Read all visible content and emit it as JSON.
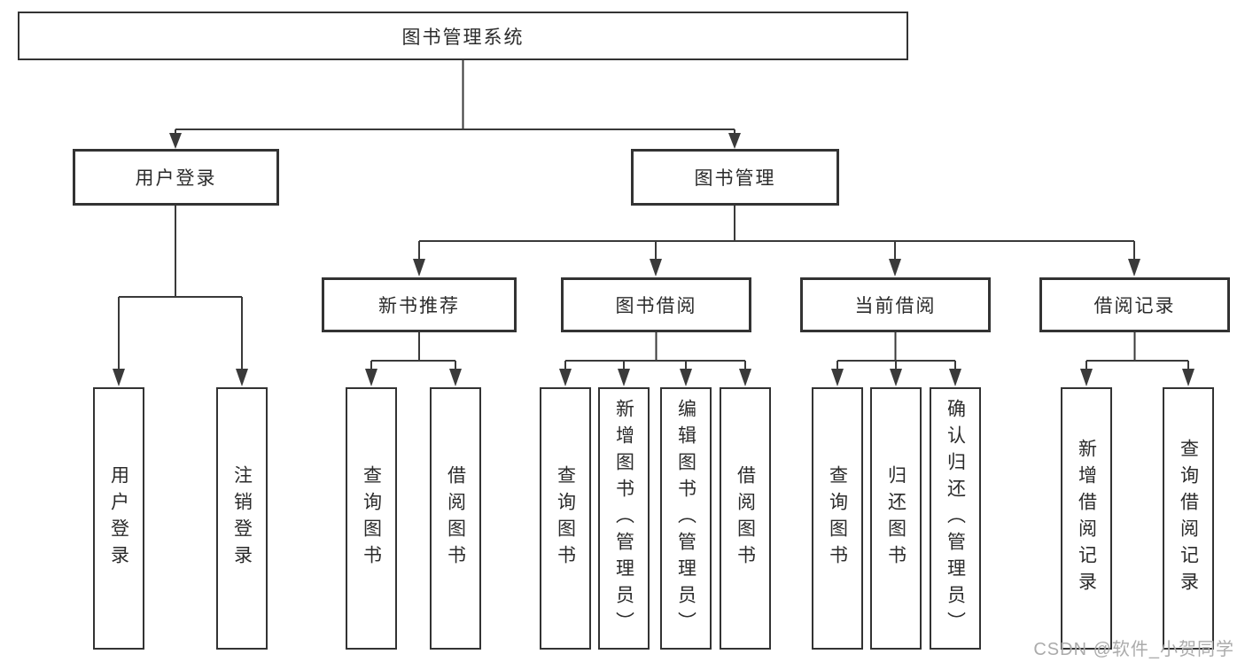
{
  "diagram": {
    "colors": {
      "line": "#3a3a3a",
      "box_border": "#333333",
      "text": "#2b2b2b",
      "watermark": "#ababab",
      "background": "#ffffff"
    },
    "tree": {
      "root": {
        "label": "图书管理系统",
        "children": {
          "user_login": {
            "label": "用户登录",
            "children": {
              "login": {
                "label": "用户登录"
              },
              "logout": {
                "label": "注销登录"
              }
            }
          },
          "book_mgmt": {
            "label": "图书管理",
            "children": {
              "new_books": {
                "label": "新书推荐",
                "children": {
                  "query": {
                    "label": "查询图书"
                  },
                  "borrow": {
                    "label": "借阅图书"
                  }
                }
              },
              "borrowing": {
                "label": "图书借阅",
                "children": {
                  "query": {
                    "label": "查询图书"
                  },
                  "add": {
                    "label": "新增图书（管理员）"
                  },
                  "edit": {
                    "label": "编辑图书（管理员）"
                  },
                  "borrow": {
                    "label": "借阅图书"
                  }
                }
              },
              "current": {
                "label": "当前借阅",
                "children": {
                  "query": {
                    "label": "查询图书"
                  },
                  "return": {
                    "label": "归还图书"
                  },
                  "confirm": {
                    "label": "确认归还（管理员）"
                  }
                }
              },
              "records": {
                "label": "借阅记录",
                "children": {
                  "add": {
                    "label": "新增借阅记录"
                  },
                  "query": {
                    "label": "查询借阅记录"
                  }
                }
              }
            }
          }
        }
      }
    },
    "watermark": {
      "text": "CSDN @软件_小贺同学"
    }
  }
}
